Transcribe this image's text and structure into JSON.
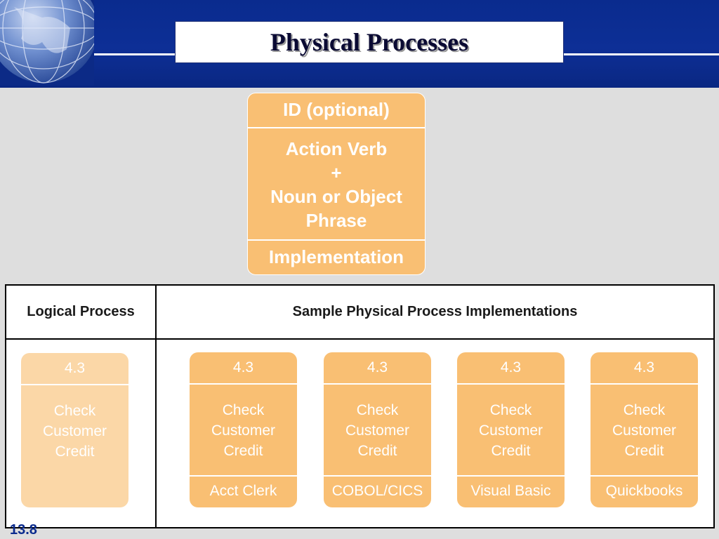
{
  "slide": {
    "title": "Physical Processes",
    "number": "13.8"
  },
  "symbol": {
    "id_label": "ID (optional)",
    "action_verb": "Action Verb",
    "plus": "+",
    "noun_phrase_line1": "Noun or Object",
    "noun_phrase_line2": "Phrase",
    "implementation": "Implementation"
  },
  "table": {
    "col1_header": "Logical Process",
    "col2_header": "Sample Physical Process Implementations",
    "logical": {
      "id": "4.3",
      "name_lines": [
        "Check",
        "Customer",
        "Credit"
      ]
    },
    "physical": [
      {
        "id": "4.3",
        "name_lines": [
          "Check",
          "Customer",
          "Credit"
        ],
        "implementation": "Acct Clerk"
      },
      {
        "id": "4.3",
        "name_lines": [
          "Check",
          "Customer",
          "Credit"
        ],
        "implementation": "COBOL/CICS"
      },
      {
        "id": "4.3",
        "name_lines": [
          "Check",
          "Customer",
          "Credit"
        ],
        "implementation": "Visual Basic"
      },
      {
        "id": "4.3",
        "name_lines": [
          "Check",
          "Customer",
          "Credit"
        ],
        "implementation": "Quickbooks"
      }
    ]
  },
  "colors": {
    "header_blue": "#0a2b8e",
    "process_orange": "#f9bf73",
    "logical_light_orange": "#fbd7a7"
  }
}
